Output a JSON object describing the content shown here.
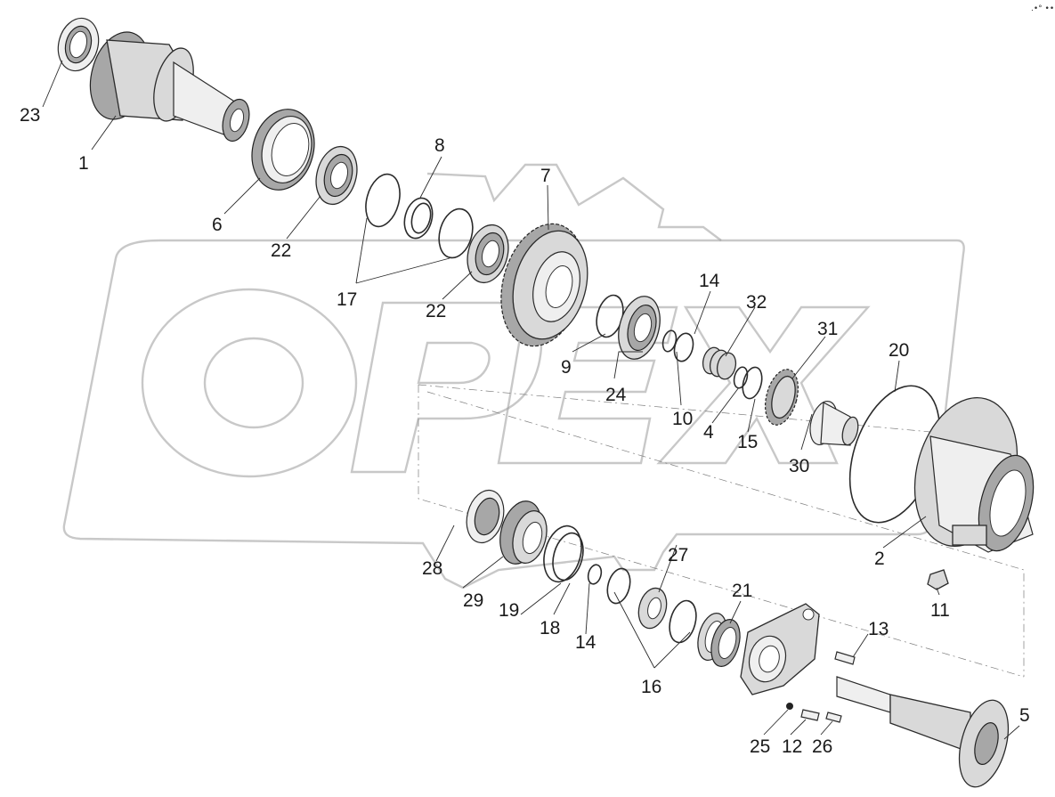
{
  "corner_mark": ".•° •••",
  "watermark_text": "OPEX",
  "labels": {
    "l1": "1",
    "l2": "2",
    "l4": "4",
    "l5": "5",
    "l6": "6",
    "l7": "7",
    "l8": "8",
    "l9": "9",
    "l10": "10",
    "l11": "11",
    "l12": "12",
    "l13": "13",
    "l14a": "14",
    "l14b": "14",
    "l15": "15",
    "l16": "16",
    "l17": "17",
    "l18": "18",
    "l19": "19",
    "l20": "20",
    "l21": "21",
    "l22a": "22",
    "l22b": "22",
    "l23": "23",
    "l24": "24",
    "l25": "25",
    "l26": "26",
    "l27": "27",
    "l28": "28",
    "l29": "29",
    "l30": "30",
    "l31": "31",
    "l32": "32"
  }
}
